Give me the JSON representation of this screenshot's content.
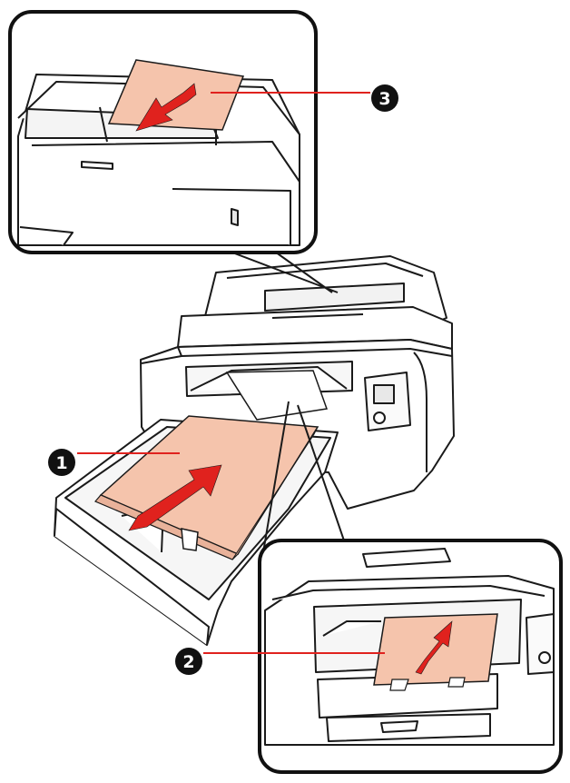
{
  "figure": {
    "description_colors": {
      "paper": "#f5c4ac",
      "arrow": "#e0221e",
      "printer_body": "#ffffff",
      "outline": "#1a1a1a",
      "callout_bubble": "#111111"
    },
    "callouts": [
      {
        "number": "1",
        "target": "paper-stack-in-cassette"
      },
      {
        "number": "2",
        "target": "paper-in-output-slot"
      },
      {
        "number": "3",
        "target": "sheet-in-rear-feeder"
      }
    ],
    "icons": [
      "printer-illustration",
      "arrow-icon",
      "magnifier-inset"
    ]
  }
}
